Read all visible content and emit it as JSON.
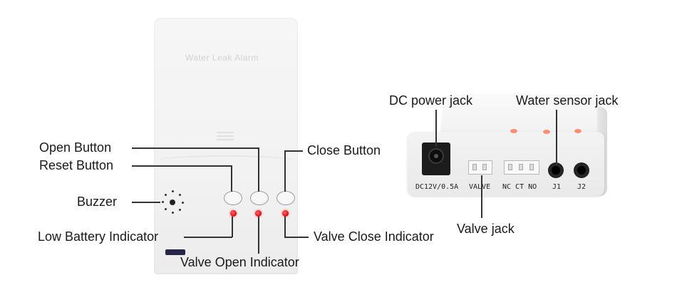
{
  "left_device": {
    "brand_text": "Water Leak Alarm",
    "labels": {
      "open_button": "Open Button",
      "reset_button": "Reset Button",
      "buzzer": "Buzzer",
      "low_battery_indicator": "Low Battery Indicator",
      "close_button": "Close Button",
      "valve_close_indicator": "Valve Close Indicator",
      "valve_open_indicator": "Valve Open Indicator"
    }
  },
  "right_device": {
    "labels": {
      "dc_power_jack": "DC power jack",
      "water_sensor_jack": "Water sensor jack",
      "valve_jack": "Valve jack"
    },
    "port_markings": {
      "dc": "DC12V/0.5A",
      "valve": "VALVE",
      "nc_ct_no": "NC CT NO",
      "j1": "J1",
      "j2": "J2"
    }
  },
  "colors": {
    "led": "#e0121a",
    "device_body": "#f2f2f2",
    "leader_line": "#333333"
  }
}
